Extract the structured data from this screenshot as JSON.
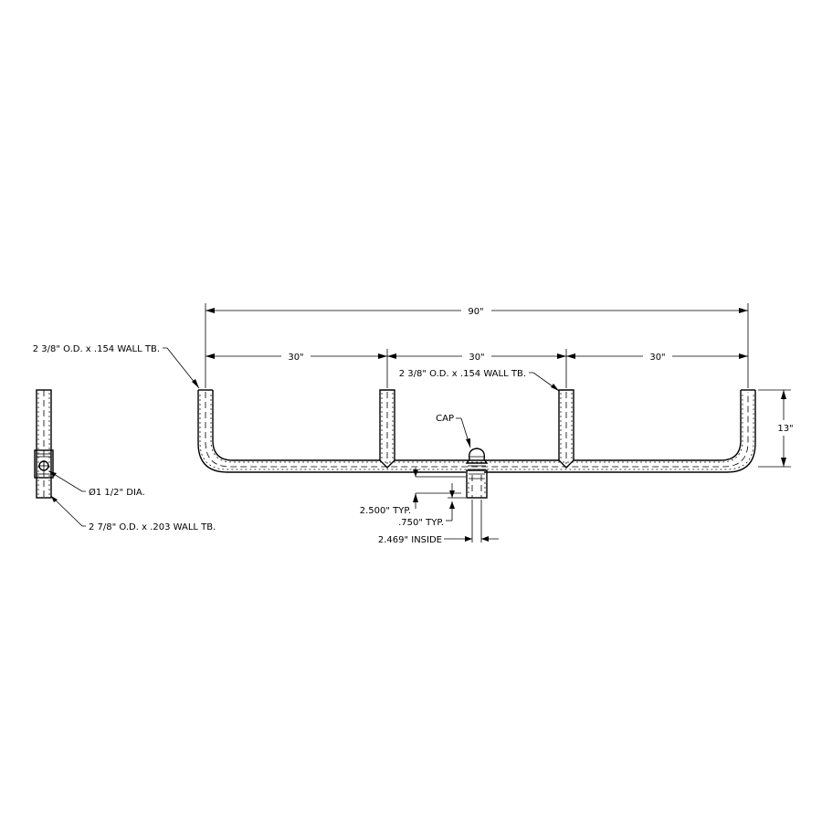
{
  "dimensions": {
    "overall": "90\"",
    "spacing": [
      "30\"",
      "30\"",
      "30\""
    ],
    "height": "13\"",
    "typ_2500": "2.500\" TYP.",
    "typ_0750": ".750\" TYP.",
    "inside": "2.469\" INSIDE"
  },
  "callouts": {
    "pipe_outer": "2 3/8\" O.D. x .154 WALL TB.",
    "pipe_center": "2 3/8\" O.D. x .154 WALL TB.",
    "cap": "CAP",
    "hole": "Ø1 1/2\" DIA.",
    "socket": "2 7/8\" O.D. x .203 WALL TB."
  }
}
